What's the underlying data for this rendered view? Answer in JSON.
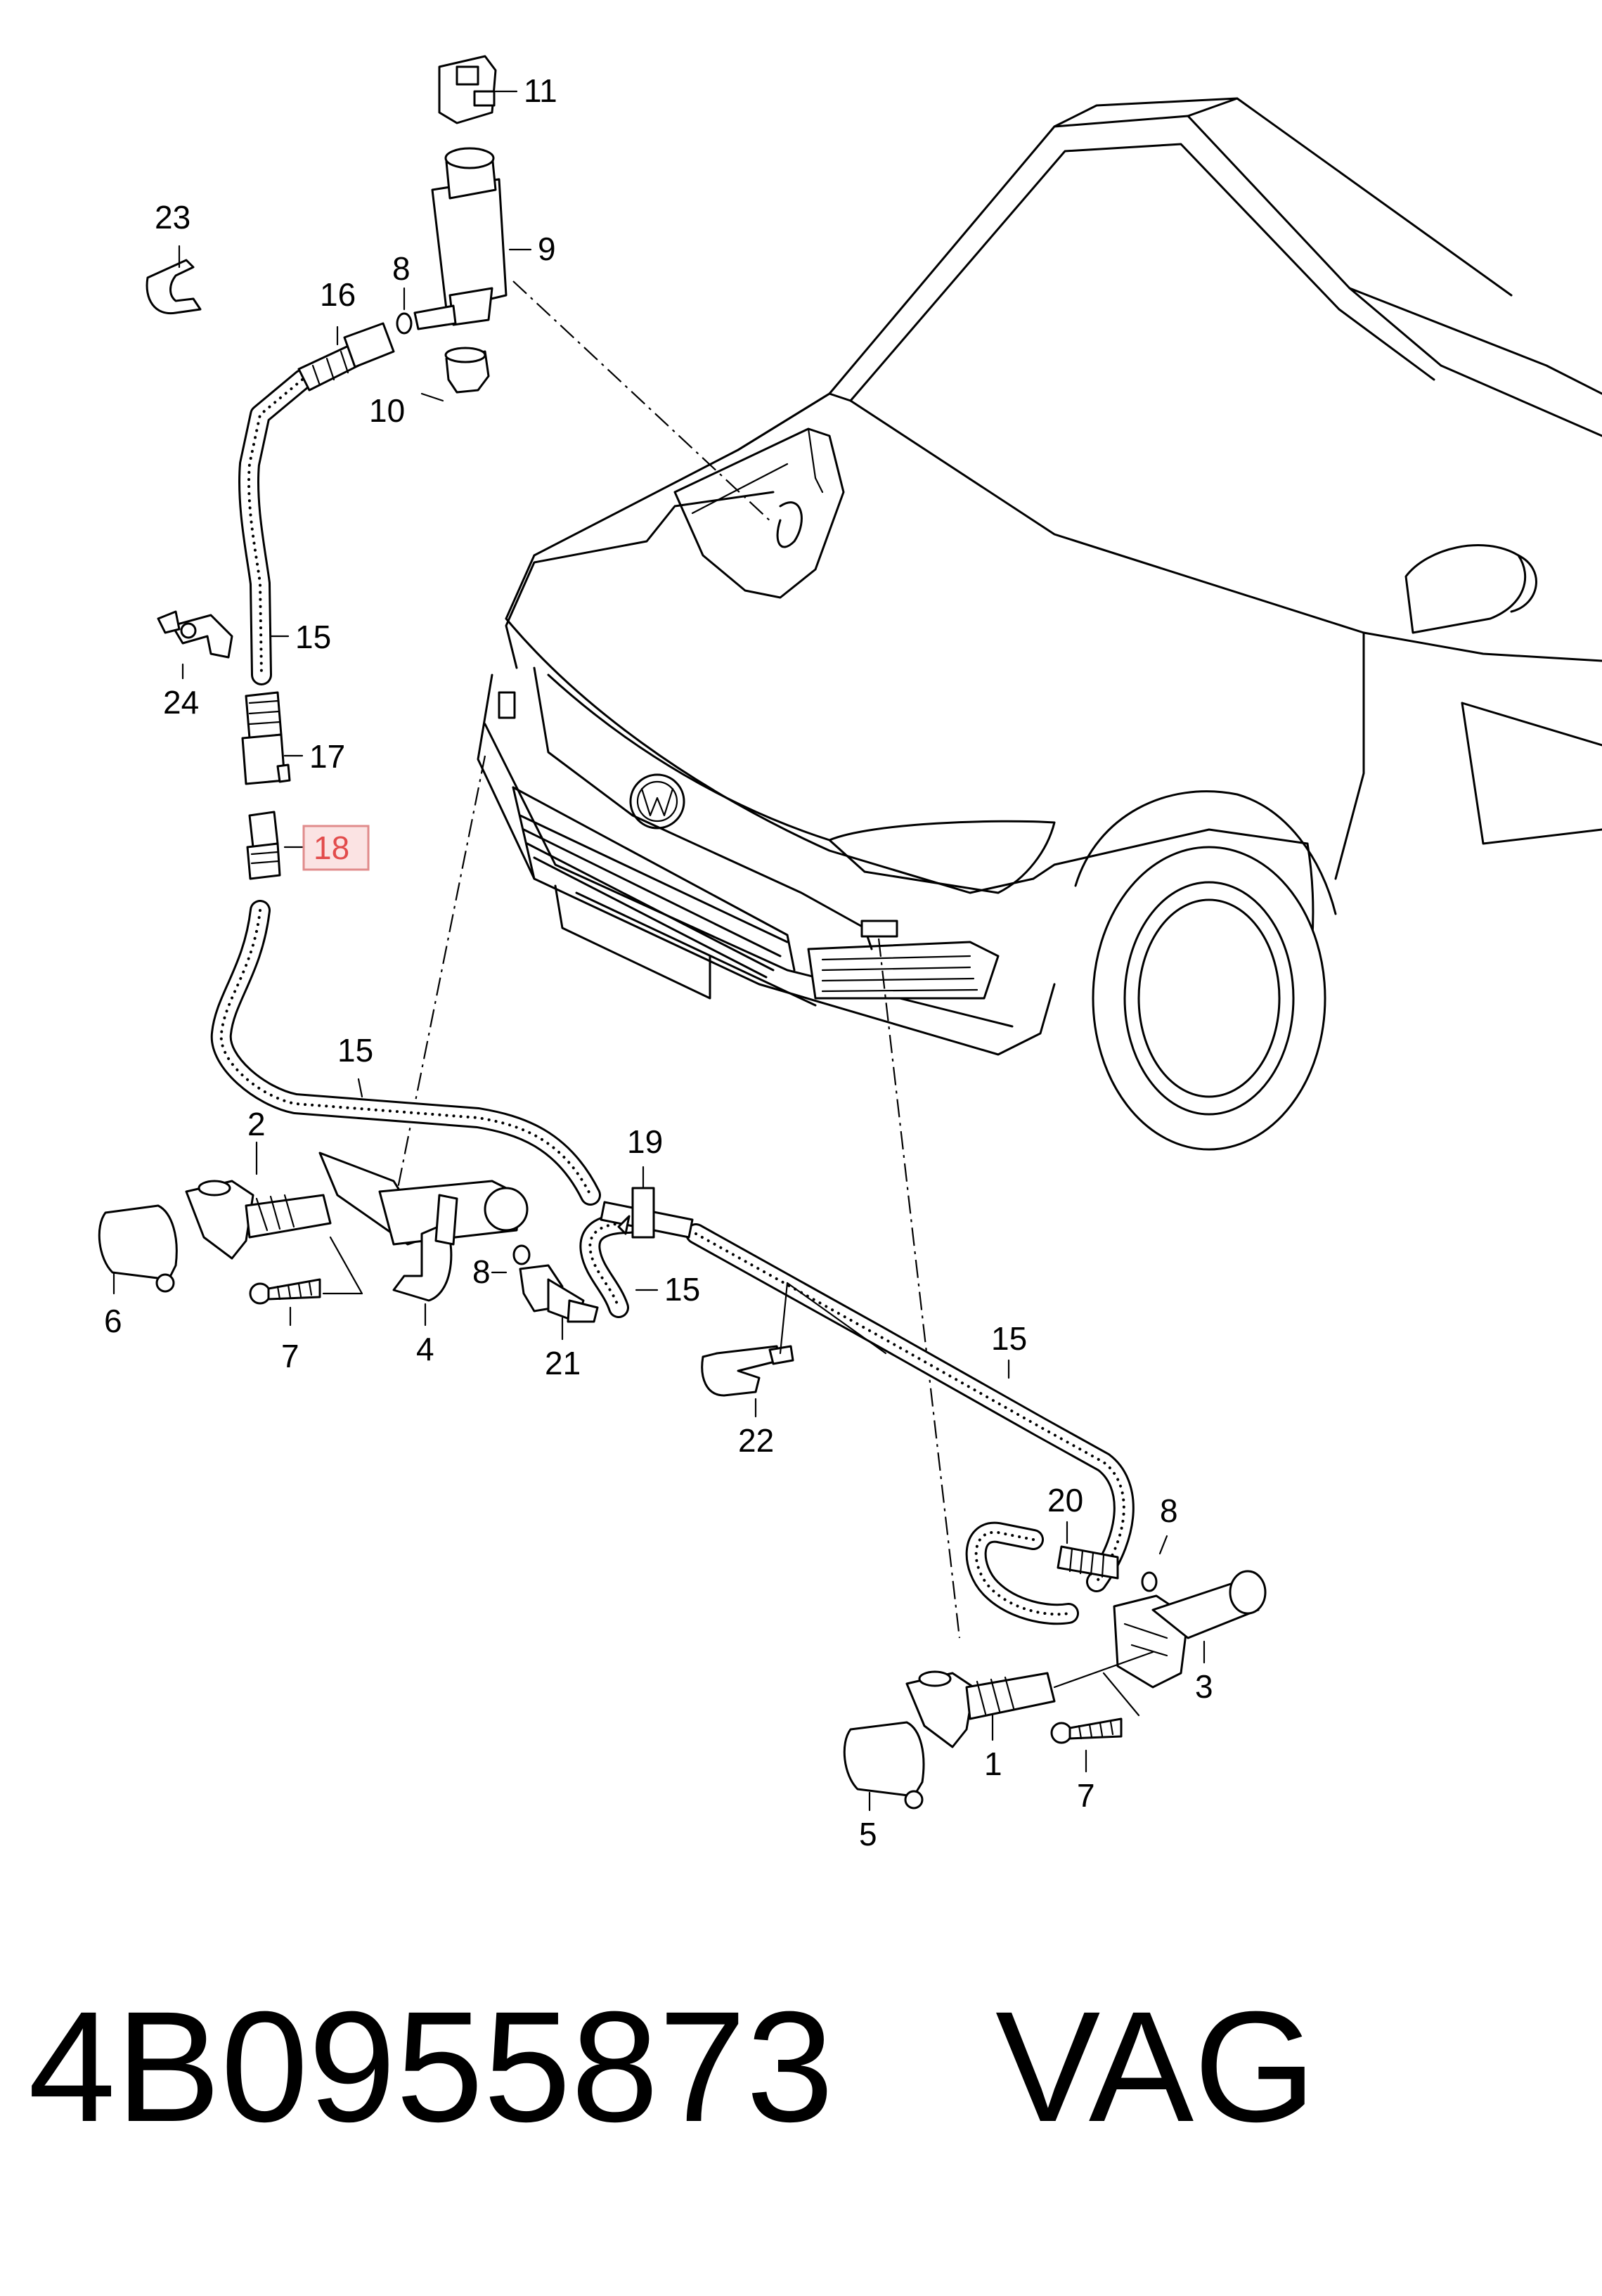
{
  "diagram": {
    "callouts": {
      "c1": "1",
      "c2": "2",
      "c3": "3",
      "c4": "4",
      "c5": "5",
      "c6": "6",
      "c7a": "7",
      "c7b": "7",
      "c8a": "8",
      "c8b": "8",
      "c8c": "8",
      "c9": "9",
      "c10": "10",
      "c11": "11",
      "c15a": "15",
      "c15b": "15",
      "c15c": "15",
      "c15d": "15",
      "c16": "16",
      "c17": "17",
      "c18": "18",
      "c19": "19",
      "c20": "20",
      "c21": "21",
      "c22": "22",
      "c23": "23",
      "c24": "24"
    },
    "highlighted_callout": "18",
    "highlight_color": "#e24b4b"
  },
  "footer": {
    "part_number": "4B0955873",
    "brand": "VAG"
  }
}
